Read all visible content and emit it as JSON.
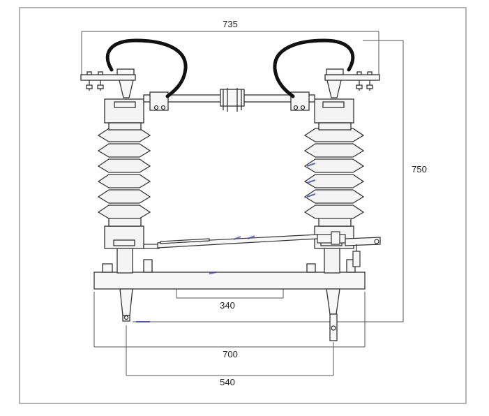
{
  "dimensions": {
    "top_width": "735",
    "height": "750",
    "inner_width": "340",
    "base_width": "700",
    "leg_spacing": "540"
  },
  "colors": {
    "frame": "#b4b4b4",
    "line": "#333333",
    "insulator_fill": "#f4f4f4",
    "blue_mark": "#3b3ba8"
  }
}
